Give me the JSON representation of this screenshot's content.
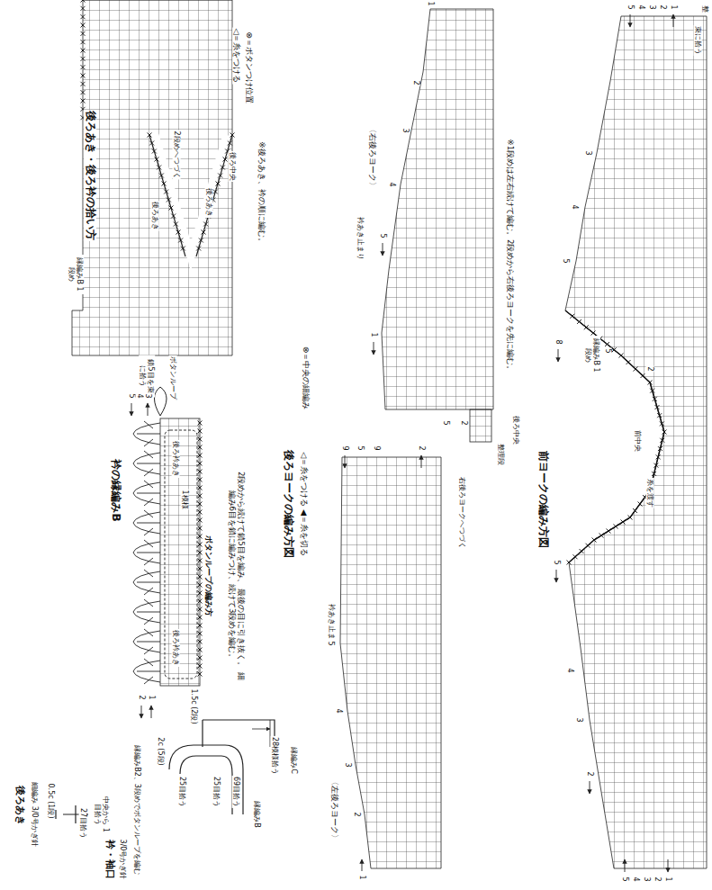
{
  "diagram": {
    "labels": [
      "後ろあき・後ろ衿の拾い方",
      "◁＝糸をつける",
      "⊗＝ボタンつけ位置",
      "※後ろあき、衿の順に編む。",
      "2段めへつづく",
      "後ろあき",
      "後ろあき",
      "後ろ中央",
      "縁編みB 1段め",
      "鎖5目を束に拾う",
      "ボタンループ",
      "衿の縁編みB",
      "後ろ衿あき",
      "1模様",
      "後ろ衿あき",
      "ボタンループの編み方",
      "2段めから続けて鎖5目を編み、 最後の目に引き抜く。 細編み6目を鎖に編みつけ、続けて3段めを編む。",
      "後ろあき",
      "細編み 3/0号かぎ針",
      "0.5c (1段)",
      "27目拾う",
      "中央から 1目拾う",
      "衿・袖口",
      "3/0号かぎ針",
      "縁編みB2、3段めでボタンループを編む",
      "1.5c (2段)",
      "2c (5段)",
      "25目拾う",
      "25目拾う",
      "69目拾う",
      "縁編みB",
      "28模様拾う",
      "縁編みC",
      "後ろヨークの編み方図",
      "◁＝糸をつける ◀＝糸を切る",
      "⊗＝中央の細編み",
      "衿あき止まり",
      "〈左後ろヨーク〉",
      "衿あき止まり",
      "〈右後ろヨーク〉",
      "右後ろヨークへつづく",
      "後ろ中央",
      "整理段",
      "※1段めは左右続けて編む。2段めから右後ろヨークを先に編む。",
      "前ヨークの編み方図",
      "前中央",
      "糸を渡す",
      "縁編みB 1段め",
      "束に拾う",
      "整",
      "5",
      "4",
      "3",
      "2",
      "1",
      "1",
      "2",
      "3",
      "4",
      "5",
      "1",
      "5",
      "2",
      "9",
      "5",
      "9",
      "2",
      "5",
      "4",
      "3",
      "2",
      "1",
      "5",
      "4",
      "3",
      "2",
      "1",
      "5",
      "4",
      "3",
      "2",
      "1",
      "3",
      "4",
      "5",
      "8",
      "5",
      "2",
      "5",
      "4",
      "3",
      "2"
    ]
  }
}
